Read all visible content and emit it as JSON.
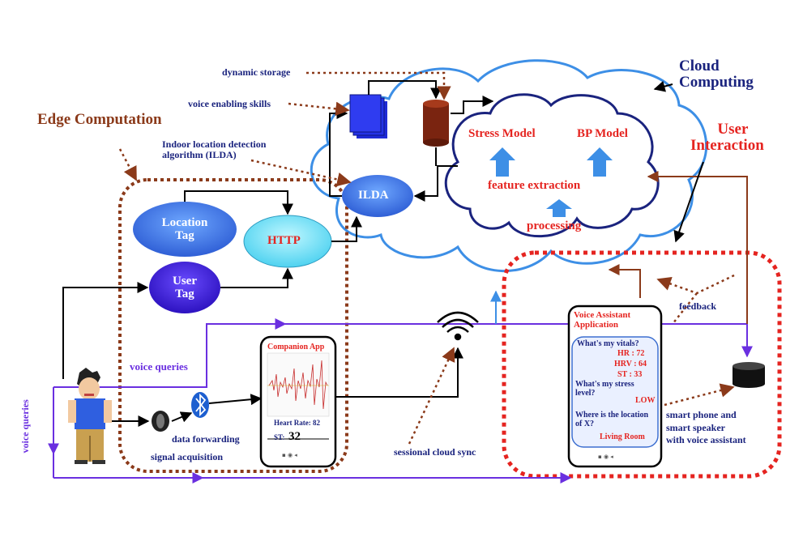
{
  "labels": {
    "cloud_title_1": "Cloud",
    "cloud_title_2": "Computing",
    "edge_title": "Edge Computation",
    "user_interaction_1": "User",
    "user_interaction_2": "Interaction",
    "dynamic_storage": "dynamic storage",
    "voice_enabling_skills": "voice enabling skills",
    "ilda_desc_1": "Indoor location detection",
    "ilda_desc_2": "algorithm (ILDA)",
    "stress_model": "Stress Model",
    "bp_model": "BP Model",
    "feature_extraction": "feature extraction",
    "processing": "processing",
    "ilda": "ILDA",
    "location_tag_1": "Location",
    "location_tag_2": "Tag",
    "http": "HTTP",
    "user_tag_1": "User",
    "user_tag_2": "Tag",
    "feedback": "feedback",
    "voice_queries_h": "voice queries",
    "voice_queries_v": "voice queries",
    "data_forwarding": "data forwarding",
    "signal_acquisition": "signal acquisition",
    "sessional_cloud_sync": "sessional cloud sync",
    "smart_device_1": "smart phone and",
    "smart_device_2": "smart  speaker",
    "smart_device_3": "with voice assistant"
  },
  "companion_app": {
    "title": "Companion App",
    "heart_rate": "Heart Rate: 82",
    "st_label": "ST:",
    "st_value": "32"
  },
  "voice_app": {
    "title_1": "Voice Assistant",
    "title_2": "Application",
    "q1": "What's my vitals?",
    "hr": "HR : 72",
    "hrv": "HRV : 64",
    "st": "ST : 33",
    "q2_1": "What's my stress",
    "q2_2": "level?",
    "a2": "LOW",
    "q3_1": "Where is the location",
    "q3_2": "of X?",
    "a3": "Living Room"
  },
  "colors": {
    "navy": "#1a237e",
    "brown": "#8b3a1a",
    "red": "#e52420",
    "violet": "#6a2fe0",
    "cloud_blue": "#3d8fe6",
    "node_blue": "#3b6fe0"
  }
}
